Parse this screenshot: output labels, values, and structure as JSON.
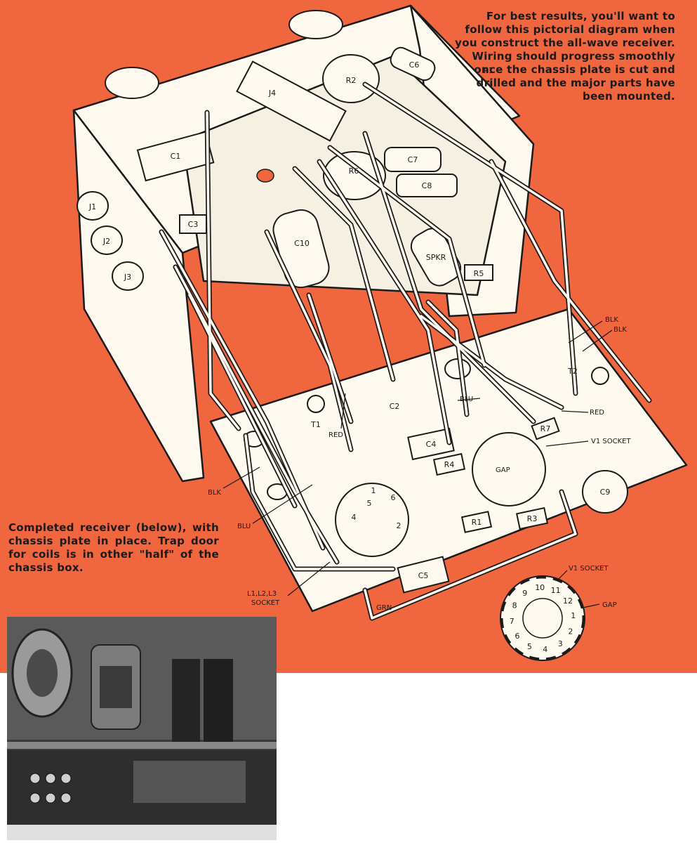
{
  "captions": {
    "top": "For best results, you'll want to follow this pictorial diagram when you construct the all-wave receiver. Wiring should progress smoothly once the chassis plate is cut and drilled and the major parts have been mounted.",
    "bottom": "Completed receiver (below), with chassis plate in place. Trap door for coils is in other \"half\" of the chassis box."
  },
  "diagram": {
    "components": [
      "R2",
      "J4",
      "C6",
      "P1",
      "C1",
      "C7",
      "R6",
      "C8",
      "J1",
      "J2",
      "J3",
      "C3",
      "C10",
      "SPKR",
      "R5",
      "T2",
      "T1",
      "C2",
      "C4",
      "R4",
      "R7",
      "C9",
      "R1",
      "R3",
      "C5"
    ],
    "wire_labels": {
      "blk1": "BLK",
      "blk2": "BLK",
      "blu1": "BLU",
      "red1": "RED",
      "red2": "RED",
      "blk3": "BLK",
      "blu2": "BLU",
      "grn": "GRN",
      "v1_socket": "V1 SOCKET",
      "gap": "GAP",
      "l_socket_1": "L1,L2,L3",
      "l_socket_2": "SOCKET"
    },
    "pin_labels": [
      "1",
      "2",
      "4",
      "5",
      "6"
    ],
    "pinout": {
      "title": "V1 SOCKET",
      "gap_label": "GAP",
      "pins": [
        "1",
        "2",
        "3",
        "4",
        "5",
        "6",
        "7",
        "8",
        "9",
        "10",
        "11",
        "12"
      ]
    }
  },
  "colors": {
    "background": "#f0663e",
    "line": "#1b1b1b",
    "chassis": "#fffaf0"
  }
}
